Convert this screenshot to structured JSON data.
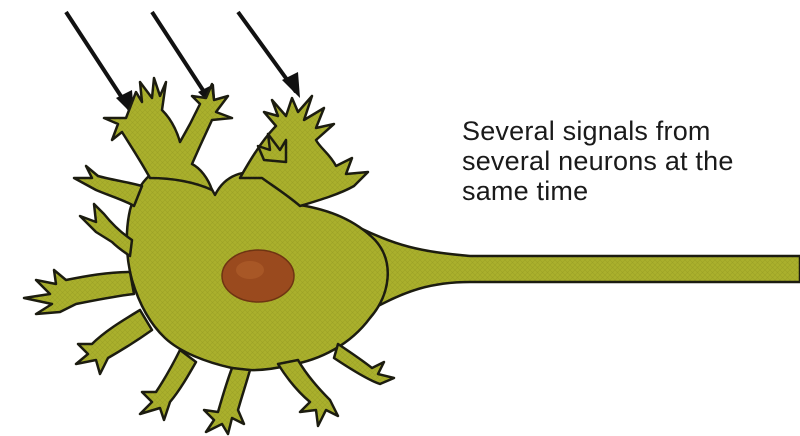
{
  "caption": {
    "line1": "Several signals from",
    "line2": "several neurons at the",
    "line3": "same time"
  },
  "colors": {
    "cell_body": "#a8ad2a",
    "cell_outline": "#1c1c10",
    "nucleus": "#9a4a1e",
    "arrow": "#111111",
    "text": "#1a1a1a"
  },
  "icons": {
    "arrows": [
      "signal-arrow",
      "signal-arrow",
      "signal-arrow"
    ],
    "neuron": "neuron-illustration"
  }
}
